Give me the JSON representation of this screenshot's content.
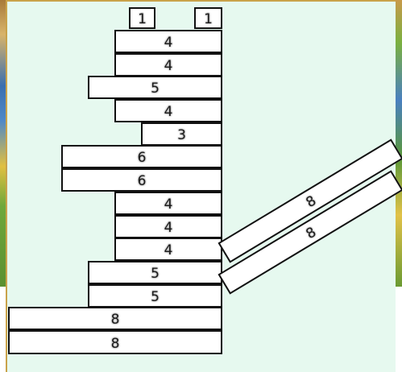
{
  "blocks": [
    {
      "id": "b1",
      "label": "1"
    },
    {
      "id": "b2",
      "label": "1"
    },
    {
      "id": "b3",
      "label": "4"
    },
    {
      "id": "b4",
      "label": "4"
    },
    {
      "id": "b5",
      "label": "5"
    },
    {
      "id": "b6",
      "label": "4"
    },
    {
      "id": "b7",
      "label": "3"
    },
    {
      "id": "b8",
      "label": "6"
    },
    {
      "id": "b9",
      "label": "6"
    },
    {
      "id": "b10",
      "label": "4"
    },
    {
      "id": "b11",
      "label": "4"
    },
    {
      "id": "b12",
      "label": "4"
    },
    {
      "id": "b13",
      "label": "5"
    },
    {
      "id": "b14",
      "label": "5"
    },
    {
      "id": "b15",
      "label": "8"
    },
    {
      "id": "b16",
      "label": "8"
    },
    {
      "id": "b17",
      "label": "8"
    },
    {
      "id": "b18",
      "label": "8"
    }
  ],
  "colors": {
    "panel_background": "#e6f9ef",
    "block_fill": "#ffffff",
    "block_border": "#111111"
  }
}
